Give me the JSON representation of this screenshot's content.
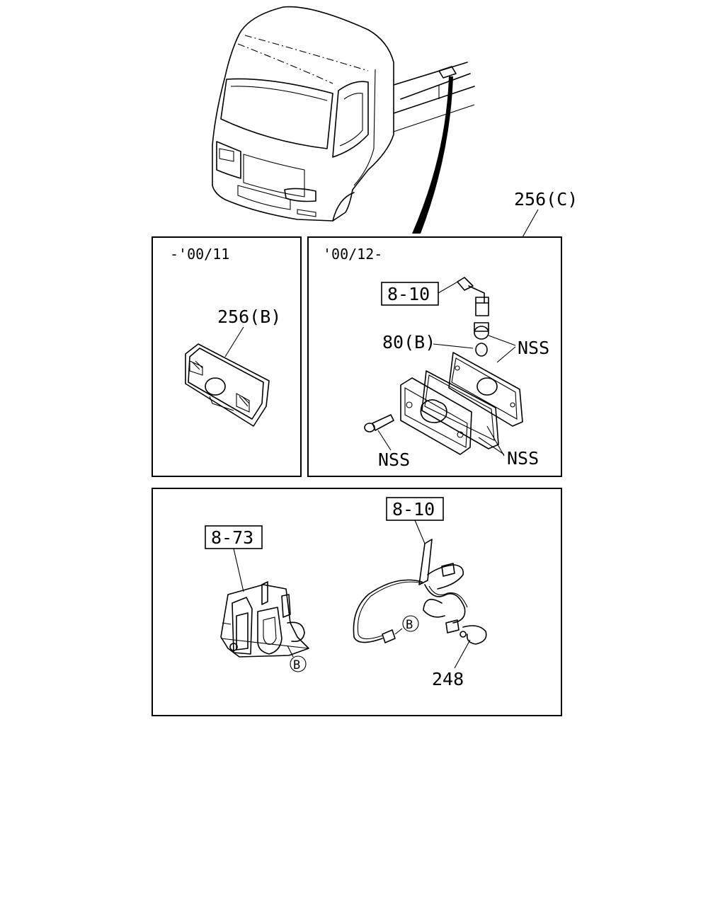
{
  "panels": {
    "top_left": {
      "date_range": "-'00/11"
    },
    "top_right": {
      "date_range": "'00/12-"
    }
  },
  "callouts": {
    "assembly_c": "256(C)",
    "lamp_b": "256(B)",
    "ref_8_10_upper": "8-10",
    "part_80b": "80(B)",
    "nss_upper": "NSS",
    "nss_screw": "NSS",
    "nss_lower": "NSS",
    "ref_8_10_lower": "8-10",
    "ref_8_73": "8-73",
    "clip_248": "248",
    "connector_b_harness": "B",
    "connector_b_unit": "B"
  }
}
